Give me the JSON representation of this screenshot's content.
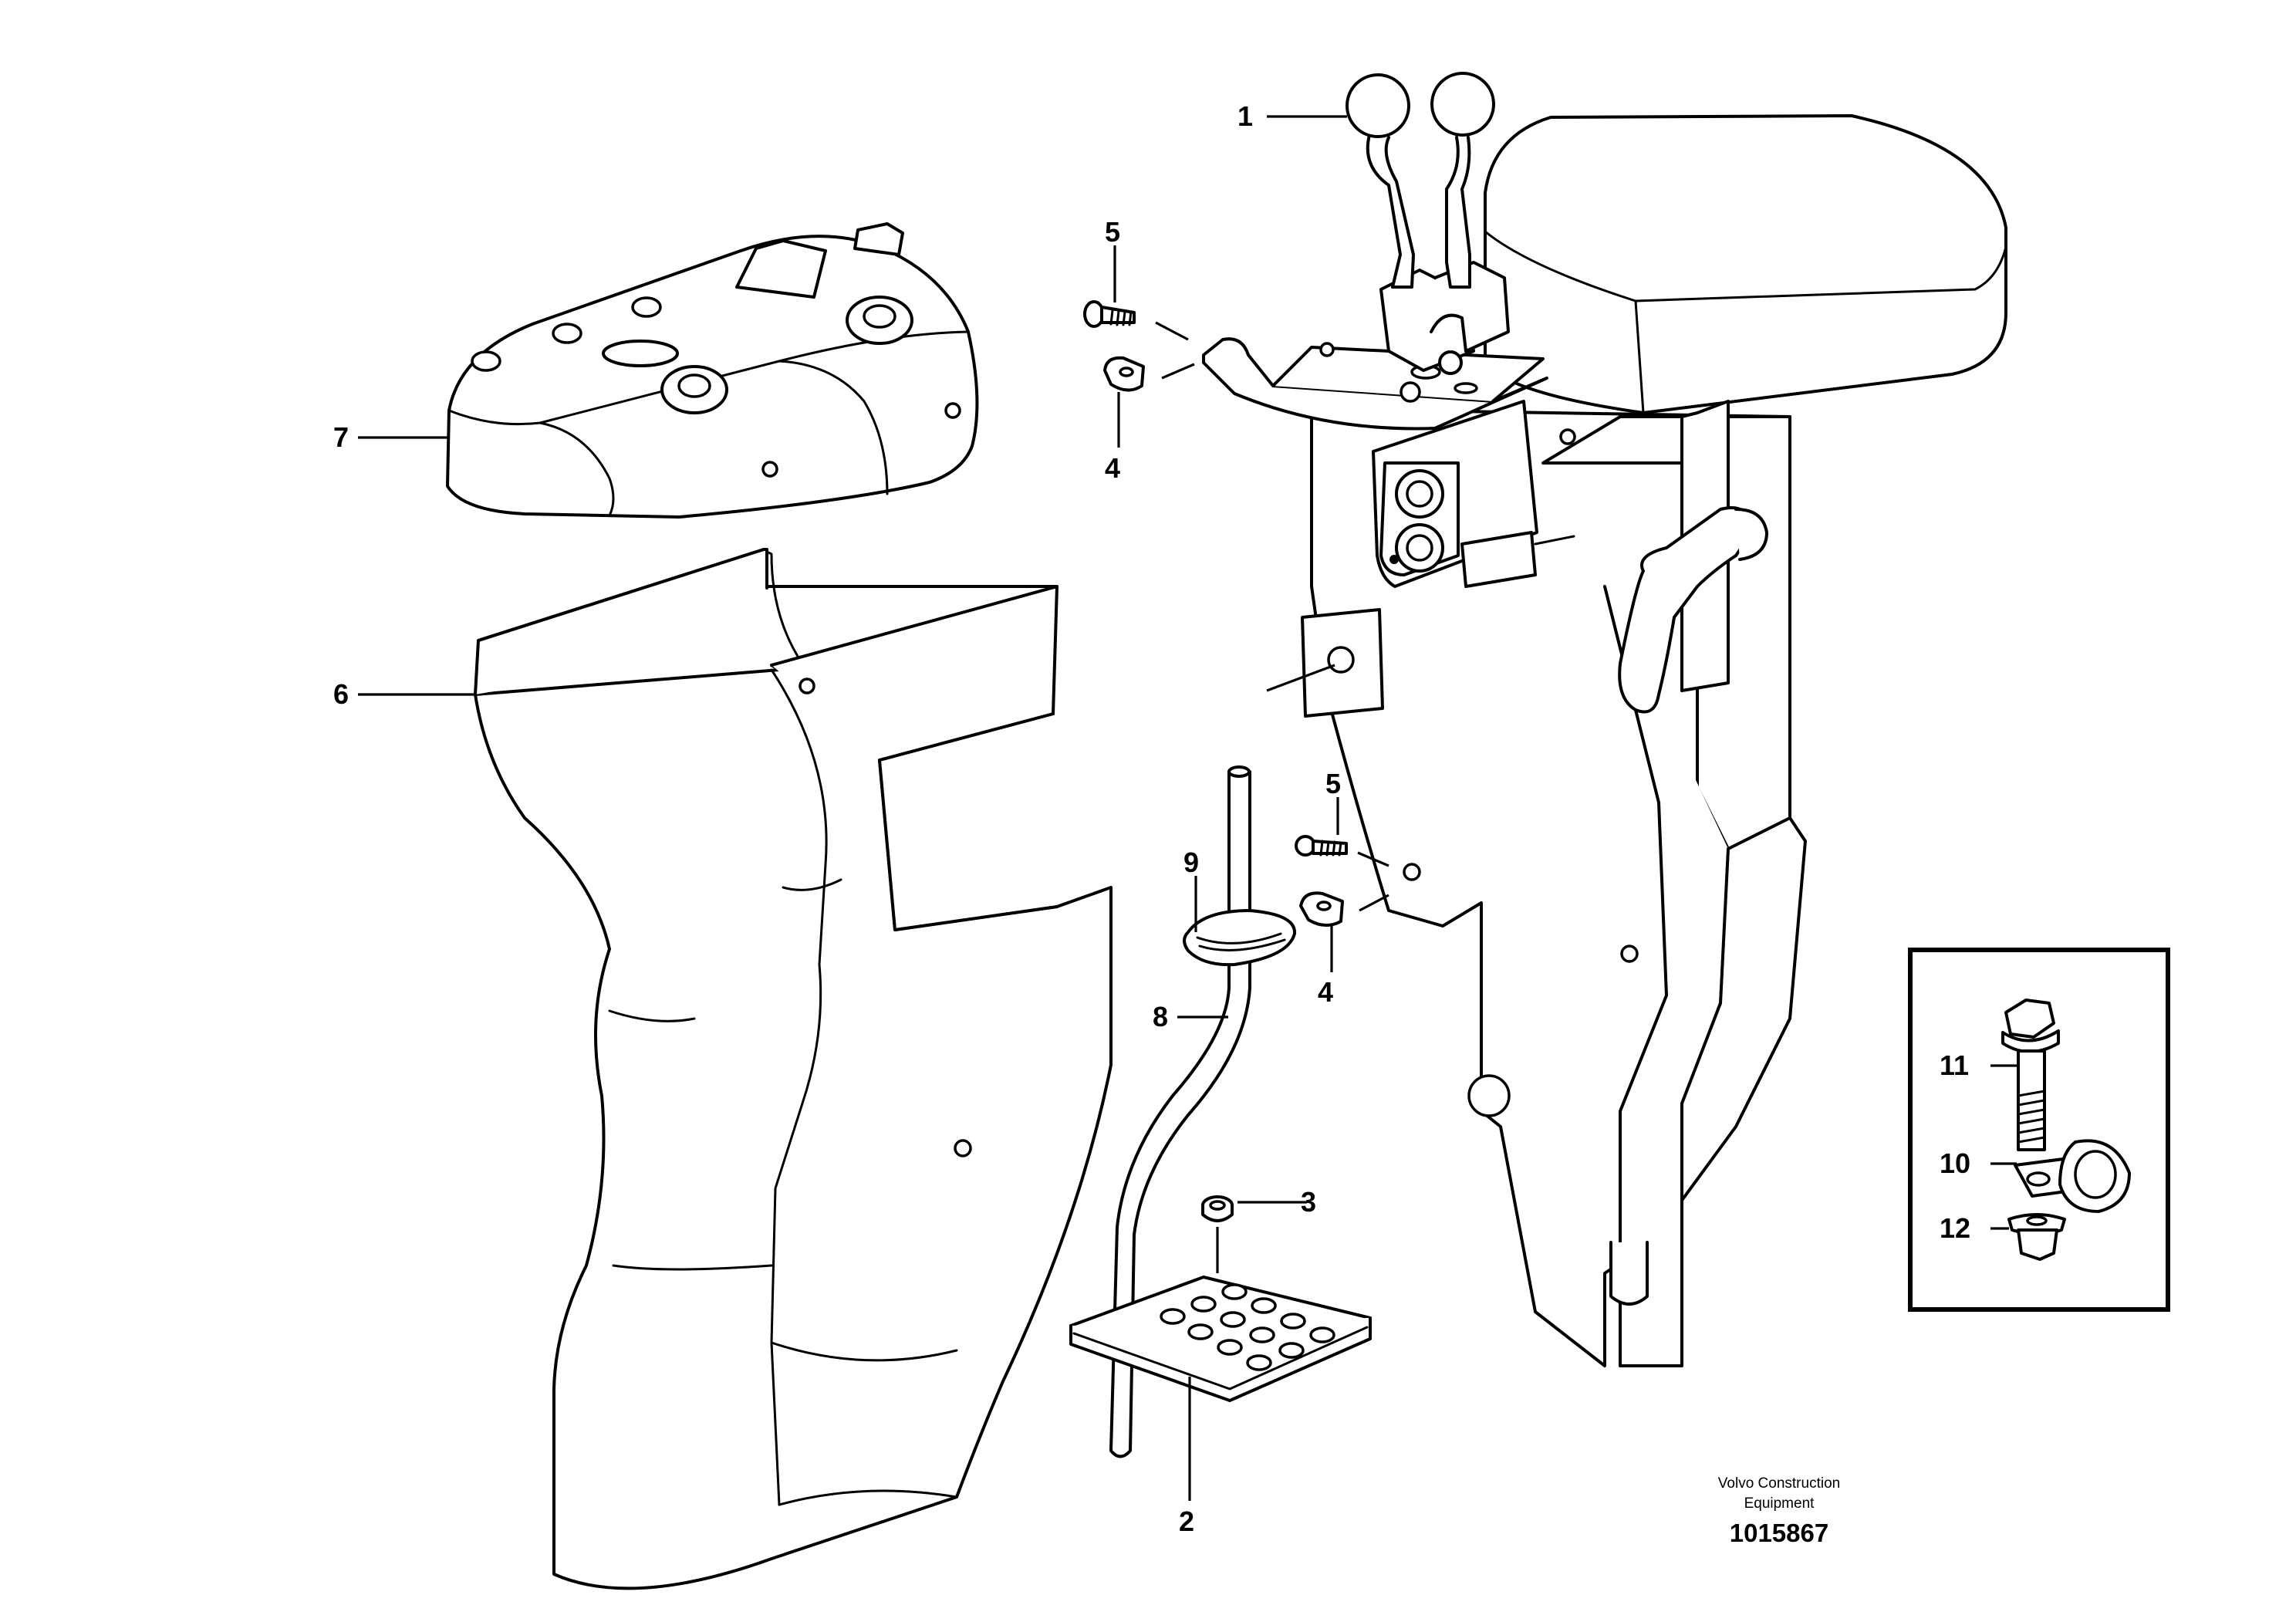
{
  "callouts": {
    "c1": "1",
    "c2": "2",
    "c3": "3",
    "c4a": "4",
    "c4b": "4",
    "c5a": "5",
    "c5b": "5",
    "c6": "6",
    "c7": "7",
    "c8": "8",
    "c9": "9",
    "c10": "10",
    "c11": "11",
    "c12": "12"
  },
  "credit": {
    "line1": "Volvo Construction",
    "line2": "Equipment"
  },
  "document_number": "1015867"
}
